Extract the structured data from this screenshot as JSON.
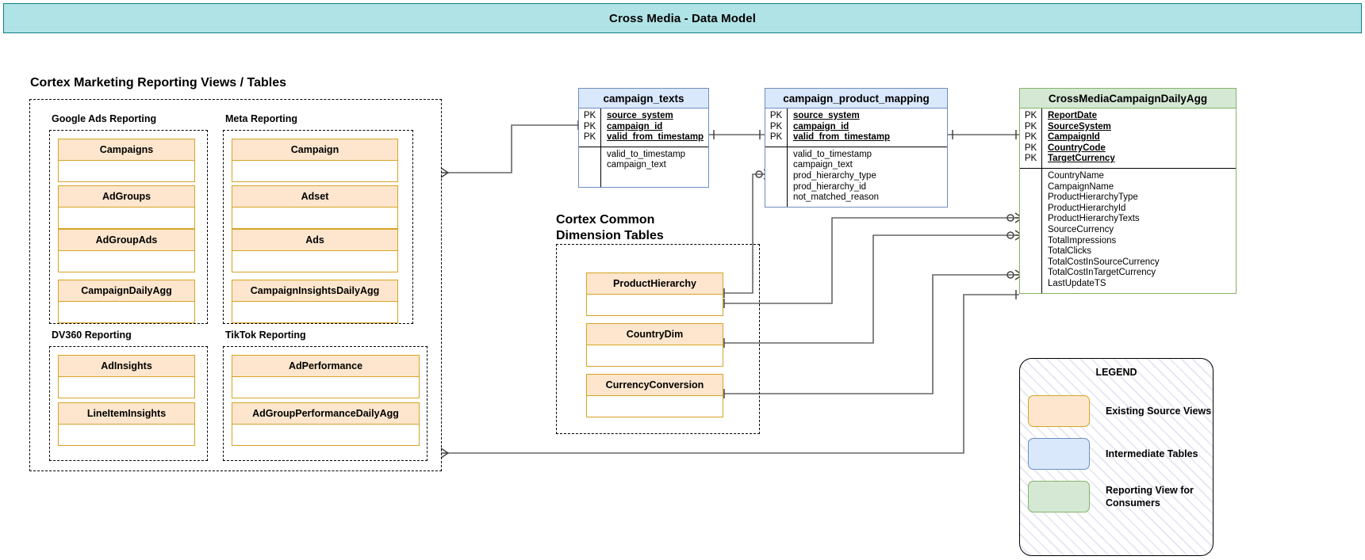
{
  "title": "Cross Media - Data Model",
  "sections": {
    "source_panel_title": "Cortex Marketing Reporting Views / Tables",
    "google": "Google Ads Reporting",
    "meta": "Meta Reporting",
    "dv360": "DV360 Reporting",
    "tiktok": "TikTok Reporting",
    "common_dim": "Cortex Common\nDimension Tables"
  },
  "google_tables": [
    {
      "name": "Campaigns"
    },
    {
      "name": "AdGroups"
    },
    {
      "name": "AdGroupAds"
    },
    {
      "name": "CampaignDailyAgg"
    }
  ],
  "meta_tables": [
    {
      "name": "Campaign"
    },
    {
      "name": "Adset"
    },
    {
      "name": "Ads"
    },
    {
      "name": "CampaignInsightsDailyAgg"
    }
  ],
  "dv360_tables": [
    {
      "name": "AdInsights"
    },
    {
      "name": "LineItemInsights"
    }
  ],
  "tiktok_tables": [
    {
      "name": "AdPerformance"
    },
    {
      "name": "AdGroupPerformanceDailyAgg"
    }
  ],
  "dimension_tables": [
    {
      "name": "ProductHierarchy"
    },
    {
      "name": "CountryDim"
    },
    {
      "name": "CurrencyConversion"
    }
  ],
  "er_tables": {
    "campaign_texts": {
      "name": "campaign_texts",
      "kind": "intermediate",
      "pk_label": "PK",
      "keys": [
        "source_system",
        "campaign_id",
        "valid_from_timestamp"
      ],
      "columns": [
        "valid_to_timestamp",
        "campaign_text"
      ]
    },
    "campaign_product_mapping": {
      "name": "campaign_product_mapping",
      "kind": "intermediate",
      "pk_label": "PK",
      "keys": [
        "source_system",
        "campaign_id",
        "valid_from_timestamp"
      ],
      "columns": [
        "valid_to_timestamp",
        "campaign_text",
        "prod_hierarchy_type",
        "prod_hierarchy_id",
        "not_matched_reason"
      ]
    },
    "cross_media": {
      "name": "CrossMediaCampaignDailyAgg",
      "kind": "reporting",
      "pk_label": "PK",
      "keys": [
        "ReportDate",
        "SourceSystem",
        "CampaignId",
        "CountryCode",
        "TargetCurrency"
      ],
      "columns": [
        "CountryName",
        "CampaignName",
        "ProductHierarchyType",
        "ProductHierarchyId",
        "ProductHierarchyTexts",
        "SourceCurrency",
        "TotalImpressions",
        "TotalClicks",
        "TotalCostInSourceCurrency",
        "TotalCostInTargetCurrency",
        "LastUpdateTS"
      ]
    }
  },
  "legend": {
    "title": "LEGEND",
    "items": [
      {
        "swatch": "orange",
        "label": "Existing Source Views"
      },
      {
        "swatch": "blue",
        "label": "Intermediate Tables"
      },
      {
        "swatch": "green",
        "label": "Reporting View for\nConsumers"
      }
    ]
  },
  "colors": {
    "title_bg": "#b0e3e6",
    "title_border": "#0e8088",
    "source_fill": "#fde6cd",
    "source_border": "#d6a325",
    "intermediate_fill": "#dae8fc",
    "intermediate_border": "#6c8ebf",
    "reporting_fill": "#d5e8d4",
    "reporting_border": "#82b366",
    "wire": "#666666"
  }
}
